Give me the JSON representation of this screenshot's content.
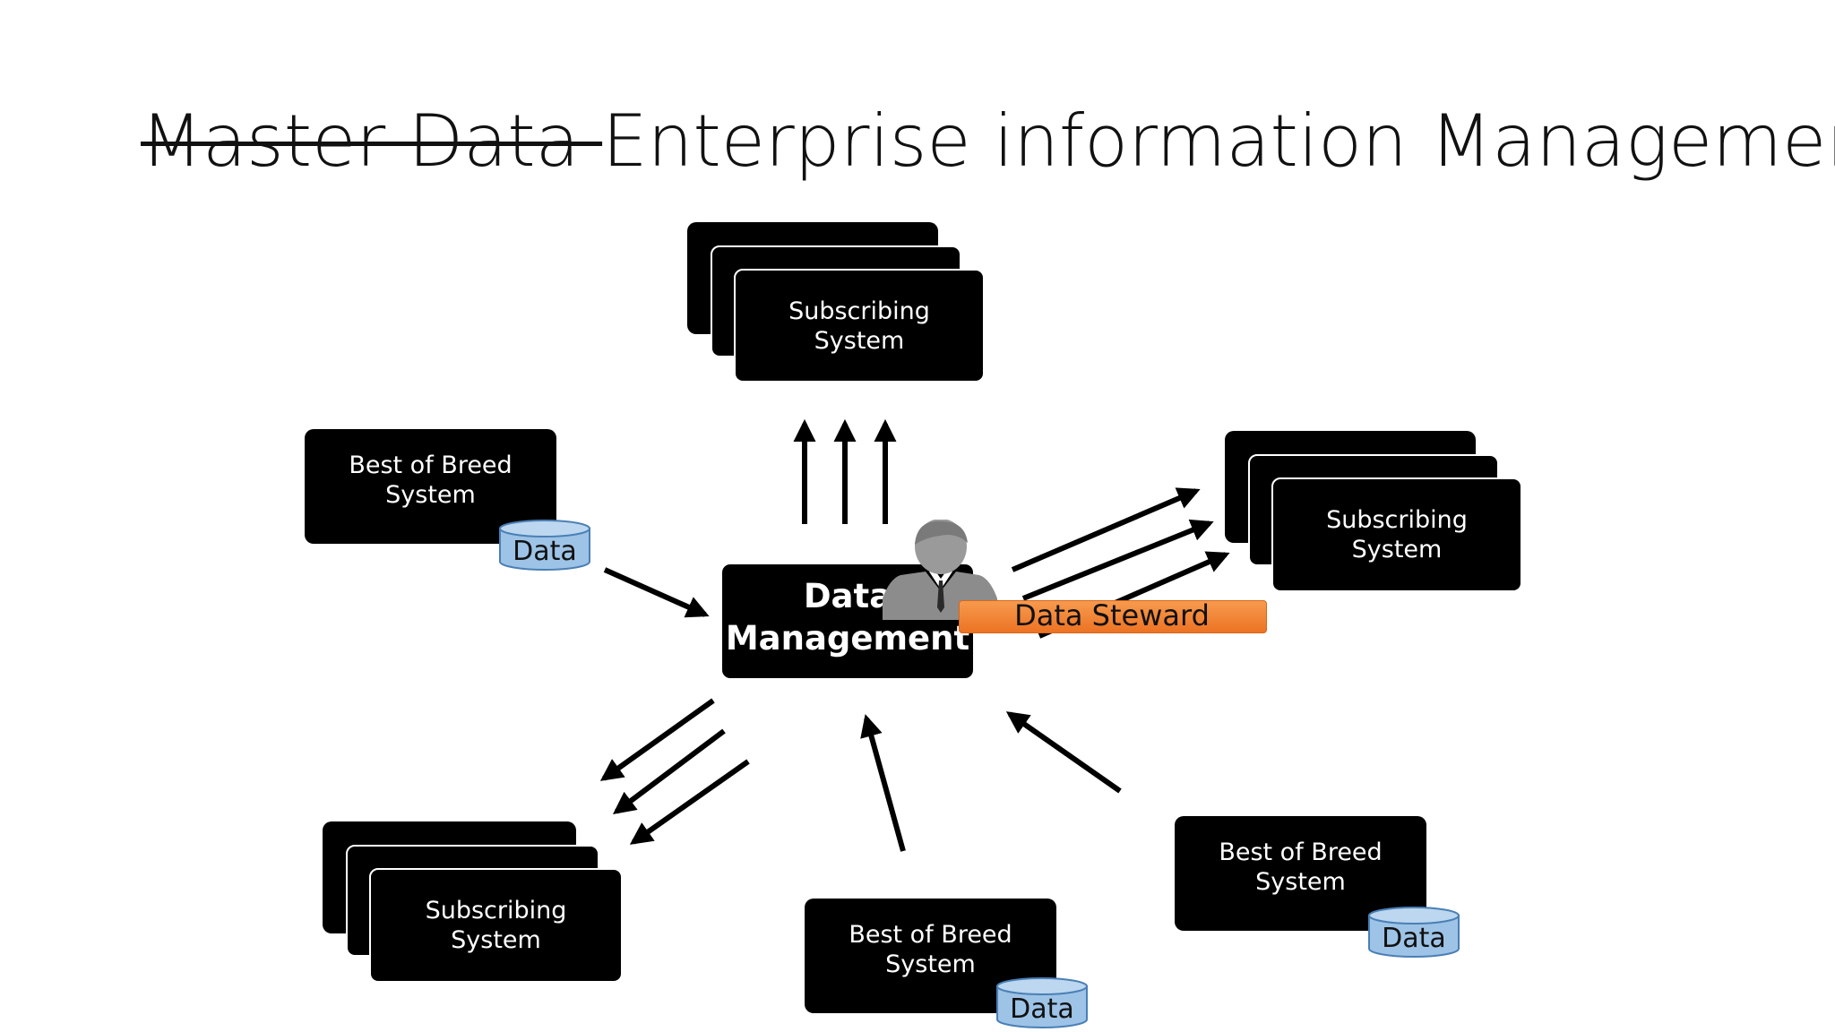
{
  "title": {
    "struck": "Master Data ",
    "main": "Enterprise information Management"
  },
  "subscribing_systems": [
    {
      "line1": "Subscribing",
      "line2": "System"
    },
    {
      "line1": "Subscribing",
      "line2": "System"
    },
    {
      "line1": "Subscribing",
      "line2": "System"
    }
  ],
  "best_of_breed_systems": [
    {
      "line1": "Best of Breed",
      "line2": "System",
      "data_label": "Data"
    },
    {
      "line1": "Best of Breed",
      "line2": "System",
      "data_label": "Data"
    },
    {
      "line1": "Best of Breed",
      "line2": "System",
      "data_label": "Data"
    }
  ],
  "data_management": {
    "line1": "Data",
    "line2": "Management"
  },
  "data_steward": {
    "label": "Data Steward",
    "icon": "person-icon"
  },
  "colors": {
    "card": "#000000",
    "database": "#9dc3e6",
    "steward_bar": "#ed7d31"
  }
}
